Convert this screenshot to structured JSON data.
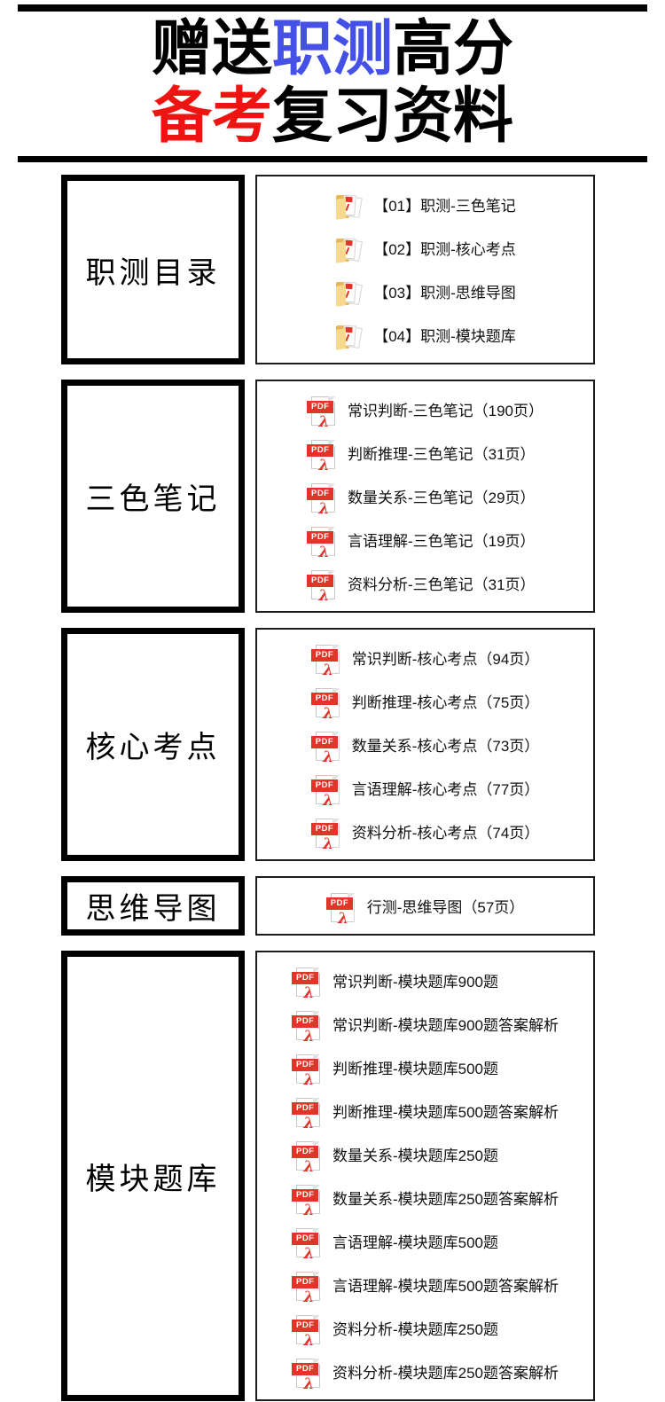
{
  "title": {
    "line1": [
      {
        "text": "赠送",
        "color": "#000000"
      },
      {
        "text": "职测",
        "color": "#4450e6"
      },
      {
        "text": "高分",
        "color": "#000000"
      }
    ],
    "line2": [
      {
        "text": "备考",
        "color": "#ee1411"
      },
      {
        "text": "复习资料",
        "color": "#000000"
      }
    ]
  },
  "colors": {
    "accent_blue": "#4450e6",
    "accent_red": "#ee1411",
    "pdf_red": "#e03528",
    "folder_yellow": "#eab654",
    "bar_black": "#000000"
  },
  "icons": {
    "pdf_badge_label": "PDF",
    "pdf_glyph": "λ"
  },
  "sections": [
    {
      "id": "zhice-catalog",
      "label": "职测目录",
      "icon": "folder",
      "items": [
        "【01】职测-三色笔记",
        "【02】职测-核心考点",
        "【03】职测-思维导图",
        "【04】职测-模块题库"
      ]
    },
    {
      "id": "three-color-notes",
      "label": "三色笔记",
      "icon": "pdf",
      "items": [
        "常识判断-三色笔记（190页）",
        "判断推理-三色笔记（31页）",
        "数量关系-三色笔记（29页）",
        "言语理解-三色笔记（19页）",
        "资料分析-三色笔记（31页）"
      ]
    },
    {
      "id": "core-points",
      "label": "核心考点",
      "icon": "pdf",
      "items": [
        "常识判断-核心考点（94页）",
        "判断推理-核心考点（75页）",
        "数量关系-核心考点（73页）",
        "言语理解-核心考点（77页）",
        "资料分析-核心考点（74页）"
      ]
    },
    {
      "id": "mind-map",
      "label": "思维导图",
      "icon": "pdf",
      "items": [
        "行测-思维导图（57页）"
      ]
    },
    {
      "id": "module-question-bank",
      "label": "模块题库",
      "icon": "pdf",
      "items": [
        "常识判断-模块题库900题",
        "常识判断-模块题库900题答案解析",
        "判断推理-模块题库500题",
        "判断推理-模块题库500题答案解析",
        "数量关系-模块题库250题",
        "数量关系-模块题库250题答案解析",
        "言语理解-模块题库500题",
        "言语理解-模块题库500题答案解析",
        "资料分析-模块题库250题",
        "资料分析-模块题库250题答案解析"
      ]
    }
  ]
}
